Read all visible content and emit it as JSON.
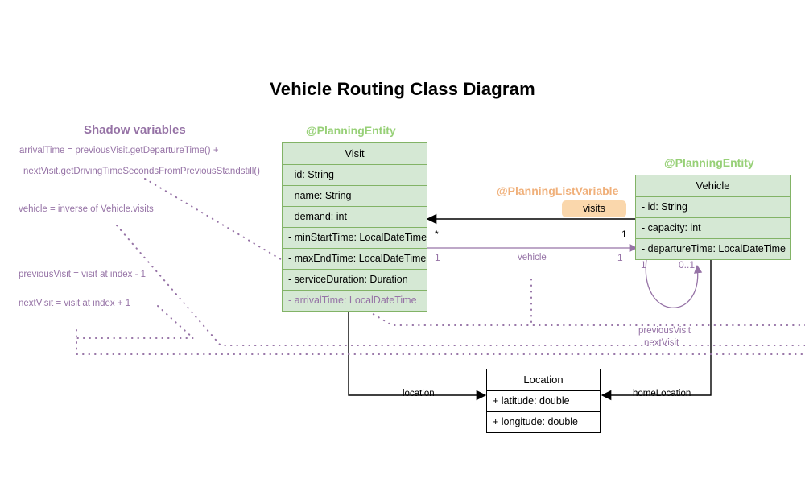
{
  "page": {
    "title": "Vehicle Routing Class Diagram",
    "background": "#ffffff"
  },
  "colors": {
    "entity_green_fill": "#d5e8d4",
    "entity_green_border": "#82b366",
    "stereotype_green": "#97d077",
    "stereotype_orange": "#f0b07a",
    "badge_peach": "#fad7ac",
    "shadow_purple": "#9673a6",
    "line_black": "#000000"
  },
  "headings": {
    "shadow_variables": "Shadow variables"
  },
  "stereotypes": {
    "visit": "@PlanningEntity",
    "vehicle": "@PlanningEntity",
    "list_variable": "@PlanningListVariable"
  },
  "badges": {
    "visits": "visits"
  },
  "classes": {
    "visit": {
      "name": "Visit",
      "attributes": [
        {
          "text": "- id: String",
          "shadow": false
        },
        {
          "text": "- name: String",
          "shadow": false
        },
        {
          "text": "- demand: int",
          "shadow": false
        },
        {
          "text": "- minStartTime: LocalDateTime",
          "shadow": false
        },
        {
          "text": "- maxEndTime: LocalDateTime",
          "shadow": false
        },
        {
          "text": "- serviceDuration: Duration",
          "shadow": false
        },
        {
          "text": "- arrivalTime: LocalDateTime",
          "shadow": true
        }
      ]
    },
    "vehicle": {
      "name": "Vehicle",
      "attributes": [
        {
          "text": "- id: String",
          "shadow": false
        },
        {
          "text": "- capacity: int",
          "shadow": false
        },
        {
          "text": "- departureTime: LocalDateTime",
          "shadow": false
        }
      ]
    },
    "location": {
      "name": "Location",
      "attributes": [
        {
          "text": "+ latitude: double",
          "shadow": false
        },
        {
          "text": "+ longitude: double",
          "shadow": false
        }
      ]
    }
  },
  "shadow_notes": [
    "arrivalTime = previousVisit.getDepartureTime() +",
    "nextVisit.getDrivingTimeSecondsFromPreviousStandstill()",
    "vehicle = inverse of Vehicle.visits",
    "previousVisit = visit at index - 1",
    "nextVisit = visit at index + 1"
  ],
  "edges": {
    "visits": {
      "label": "visits",
      "source_multiplicity": "1",
      "target_multiplicity": "*"
    },
    "vehicle": {
      "label": "vehicle",
      "source_multiplicity": "1",
      "target_multiplicity": "1"
    },
    "previous_visit": {
      "label": "previousVisit",
      "source_multiplicity": "1",
      "target_multiplicity": "0..1"
    },
    "next_visit": {
      "label": "nextVisit"
    },
    "location": {
      "label": "location"
    },
    "home_location": {
      "label": "homeLocation"
    }
  }
}
